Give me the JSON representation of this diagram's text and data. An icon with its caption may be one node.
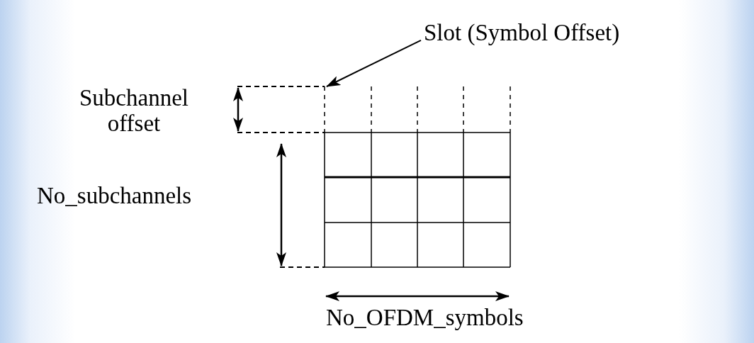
{
  "diagram": {
    "nodes": [
      {
        "text": [
          "Slot (Symbol Offset)"
        ]
      },
      {
        "text": [],
        "shape": "box"
      }
    ],
    "edges": [
      {
        "from": 0,
        "to": 1,
        "arrow": "to"
      }
    ],
    "labels": [
      "Subchannel offset",
      "No_subchannels",
      "No_OFDM_symbols"
    ]
  }
}
